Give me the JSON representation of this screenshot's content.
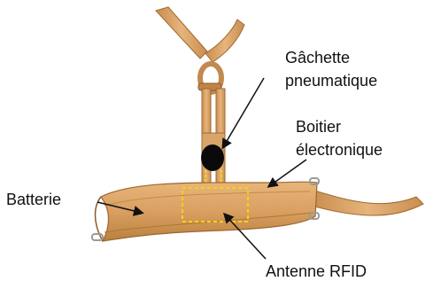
{
  "labels": {
    "gachette": [
      "Gâchette",
      "pneumatique"
    ],
    "boitier": [
      "Boitier",
      "électronique"
    ],
    "batterie": "Batterie",
    "antenne": "Antenne RFID"
  },
  "colors": {
    "leather": "#d9a062",
    "leather_dark": "#b67a3e",
    "leather_light": "#e9bb82",
    "trigger": "#0a0a0a",
    "rfid_outline": "#f5d312",
    "arrow": "#111111",
    "metal": "#9a9a9a"
  }
}
